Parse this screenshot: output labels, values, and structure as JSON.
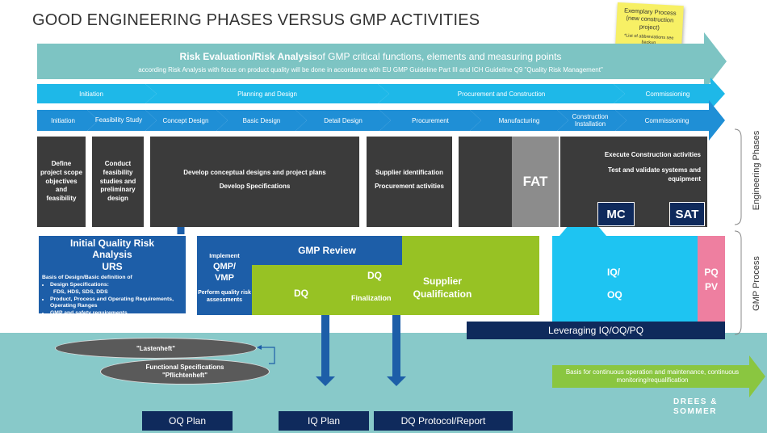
{
  "title": "GOOD ENGINEERING PHASES VERSUS GMP ACTIVITIES",
  "sticky_note": {
    "text": "Exemplary Process (new construction project)",
    "footnote": "*List of abbreviations see backup"
  },
  "risk_banner": {
    "title_bold": "Risk Evaluation/Risk Analysis",
    "title_rest": " of GMP critical functions, elements and measuring points",
    "subtitle": "according Risk Analysis with focus on product quality will be done in accordance with EU GMP Guideline Part III and ICH Guideline Q9 \"Quality Risk Management\""
  },
  "phase_row1": [
    "Initiation",
    "Planning and Design",
    "Procurement and Construction",
    "Commissioning"
  ],
  "phase_row2": [
    "Initiation",
    "Feasibility Study",
    "Concept Design",
    "Basic Design",
    "Detail Design",
    "Procurement",
    "Manufacturing",
    "Construction Installation",
    "Commissioning"
  ],
  "eng_boxes": {
    "define": "Define project scope objectives and feasibility",
    "conduct": "Conduct feasibility studies and preliminary design",
    "develop1": "Develop conceptual designs and project plans",
    "develop2": "Develop Specifications",
    "supplier1": "Supplier identification",
    "supplier2": "Procurement activities",
    "fat": "FAT",
    "execute": "Execute Construction activities",
    "test": "Test and validate systems and equipment",
    "mc": "MC",
    "sat": "SAT"
  },
  "side_labels": {
    "engineering": "Engineering Phases",
    "gmp": "GMP Process"
  },
  "gmp": {
    "iqra_title": "Initial Quality Risk Analysis",
    "urs": "URS",
    "basis": "Basis of Design/Basic definition of",
    "bullets": [
      "Design Specifications:",
      "FDS, HDS, SDS, DDS",
      "Product, Process and Operating Requirements, Operating Ranges",
      "GMP and safety requirements"
    ],
    "implement": "Implement",
    "qmp": "QMP/ VMP",
    "perform": "Perform quality risk assessments",
    "gmp_review": "GMP Review",
    "dq": "DQ",
    "dq2": "DQ",
    "finalization": "Finalization",
    "supplier_qual": "Supplier Qualification",
    "iq": "IQ/",
    "oq": "OQ",
    "pq": "PQ",
    "pv": "PV",
    "leveraging": "Leveraging IQ/OQ/PQ"
  },
  "ellipses": {
    "lastenheft": "\"Lastenheft\"",
    "functional": "Functional Specifications",
    "pflichtenheft": "\"Pflichtenheft\""
  },
  "outputs": [
    "OQ Plan",
    "IQ Plan",
    "DQ Protocol/Report"
  ],
  "basis_arrow": "Basis for continuous operation and maintenance, continuous monitoring/requalification",
  "logo": {
    "line1": "DREES &",
    "line2": "SOMMER"
  },
  "colors": {
    "teal": "#7dc4c3",
    "cyan": "#1eb8e8",
    "blue": "#1f8fd6",
    "dark": "#3b3b3b",
    "gmp_blue": "#1d5ea8",
    "green": "#97c224",
    "light_cyan": "#1ec4f2",
    "pink": "#ee7fa0",
    "navy": "#0f2a5c"
  }
}
